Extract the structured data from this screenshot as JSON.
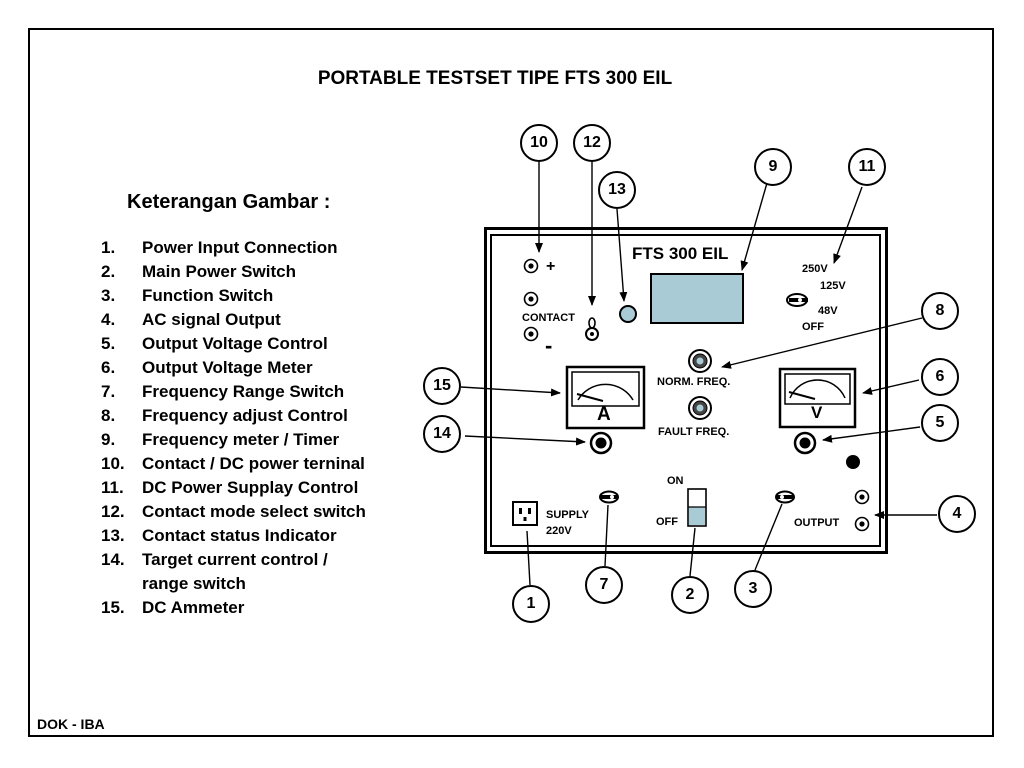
{
  "title": "PORTABLE TESTSET  TIPE FTS 300 EIL",
  "legend": {
    "heading": "Keterangan Gambar :",
    "items": [
      {
        "num": "1.",
        "text": "Power Input Connection"
      },
      {
        "num": "2.",
        "text": "Main Power Switch"
      },
      {
        "num": "3.",
        "text": "Function Switch"
      },
      {
        "num": "4.",
        "text": "AC signal Output"
      },
      {
        "num": "5.",
        "text": "Output Voltage Control"
      },
      {
        "num": "6.",
        "text": "Output Voltage Meter"
      },
      {
        "num": "7.",
        "text": "Frequency Range Switch"
      },
      {
        "num": "8.",
        "text": "Frequency adjust Control"
      },
      {
        "num": "9.",
        "text": "Frequency meter / Timer"
      },
      {
        "num": "10.",
        "text": "Contact / DC power terninal"
      },
      {
        "num": "11.",
        "text": "DC Power Supplay Control"
      },
      {
        "num": "12.",
        "text": "Contact mode select switch"
      },
      {
        "num": "13.",
        "text": "Contact status Indicator"
      },
      {
        "num": "14.",
        "text": "Target current control /\nrange switch"
      },
      {
        "num": "15.",
        "text": "DC Ammeter"
      }
    ]
  },
  "footer": "DOK - IBA",
  "panel": {
    "name": "FTS 300 EIL",
    "plus": "+",
    "minus": "-",
    "contact": "CONTACT",
    "v250": "250V",
    "v125": "125V",
    "v48": "48V",
    "off_dc": "OFF",
    "norm_freq": "NORM. FREQ.",
    "fault_freq": "FAULT  FREQ.",
    "ammeter": "A",
    "voltmeter": "V",
    "on": "ON",
    "off": "OFF",
    "supply": "SUPPLY",
    "supply_v": "220V",
    "output": "OUTPUT"
  },
  "callouts": [
    "1",
    "2",
    "3",
    "4",
    "5",
    "6",
    "7",
    "8",
    "9",
    "10",
    "11",
    "12",
    "13",
    "14",
    "15"
  ]
}
